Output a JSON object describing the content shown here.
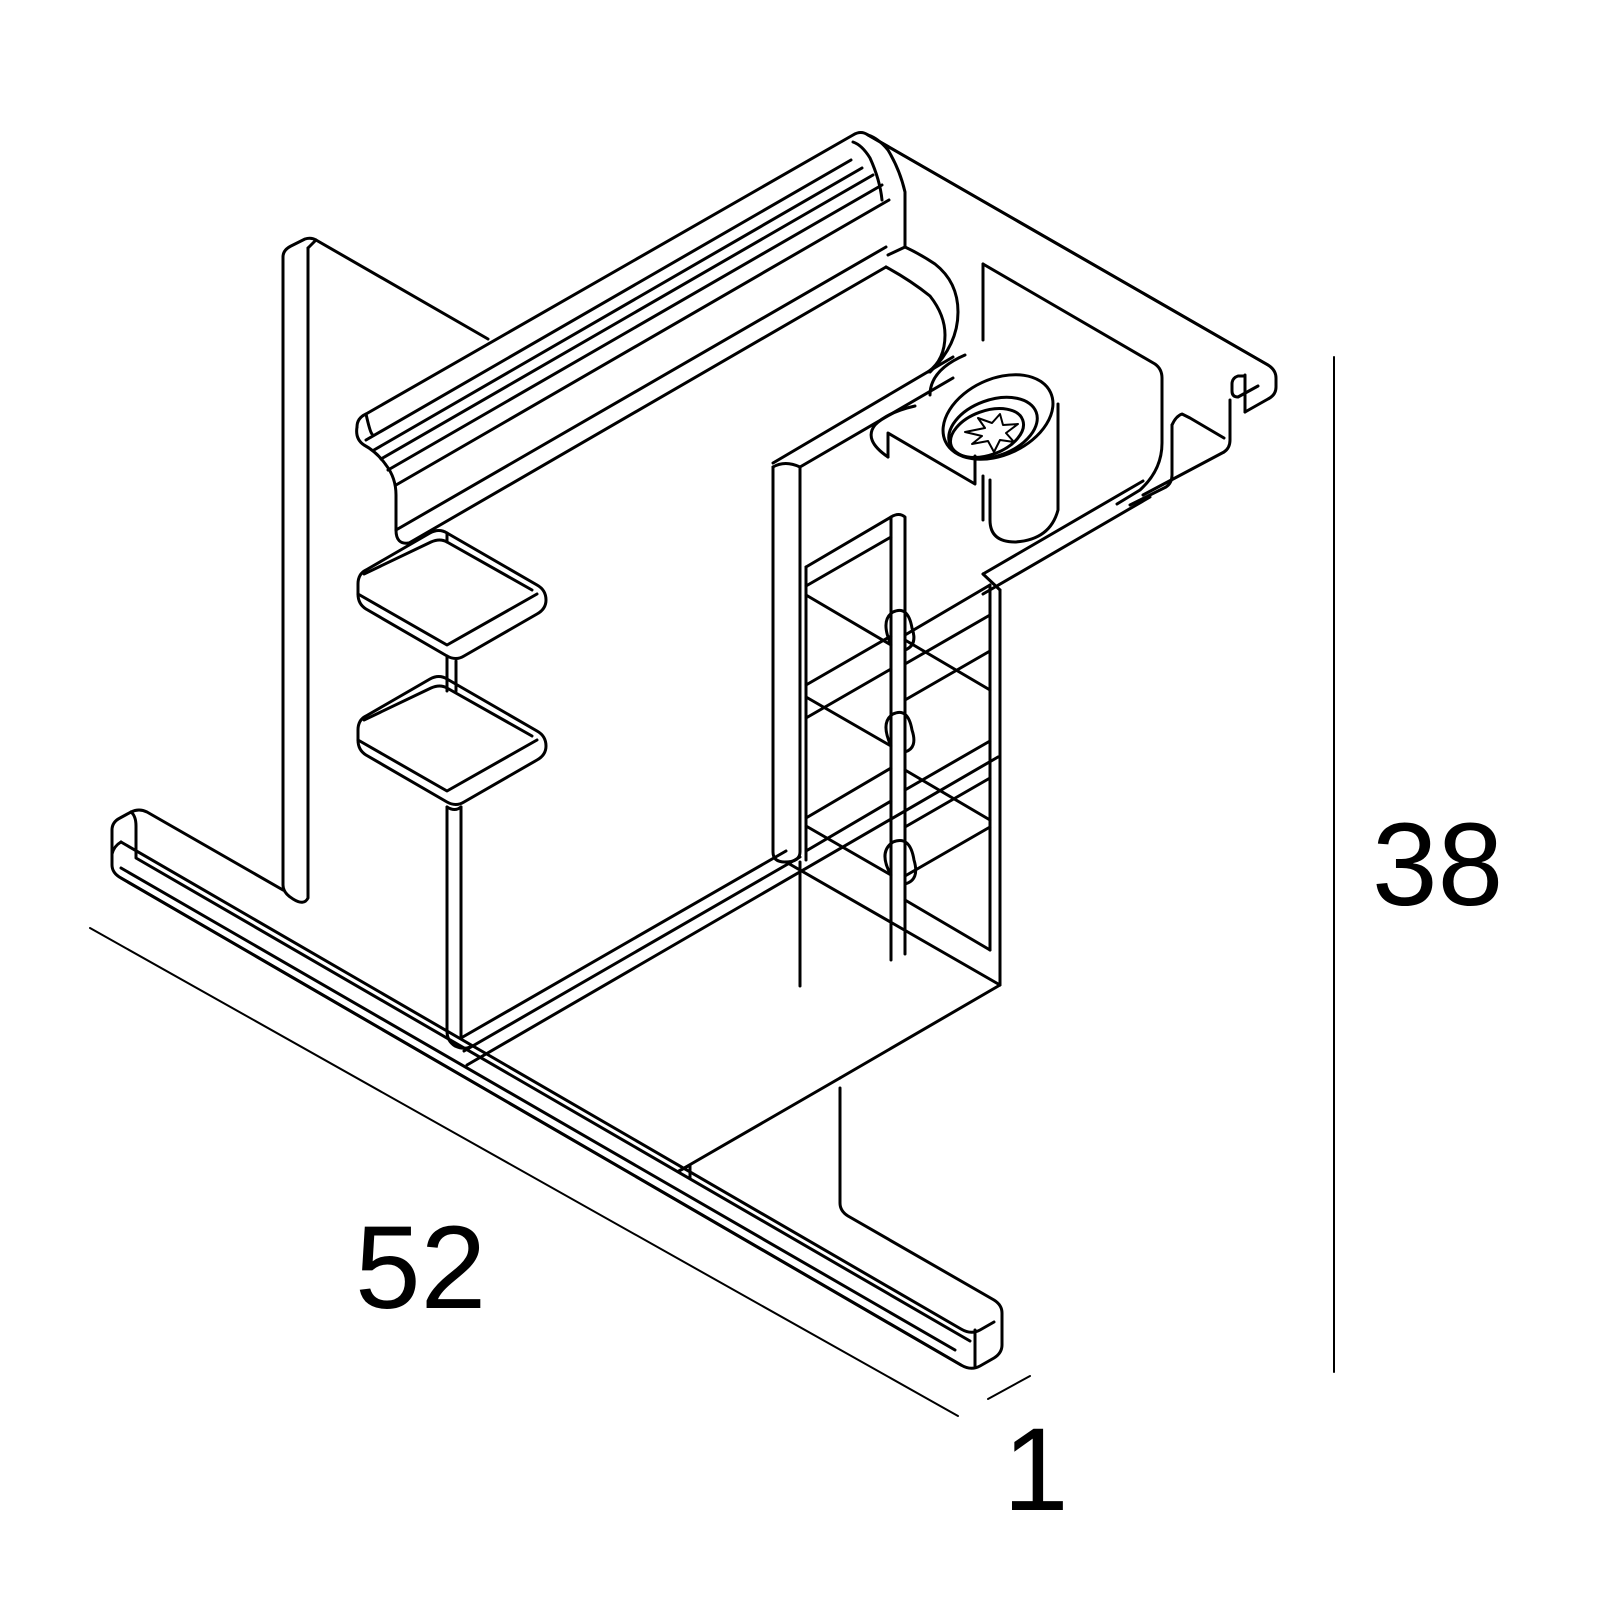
{
  "dimensions": {
    "height": "38",
    "length": "52",
    "thickness": "1"
  },
  "colors": {
    "line": "#000000",
    "background": "#ffffff"
  }
}
